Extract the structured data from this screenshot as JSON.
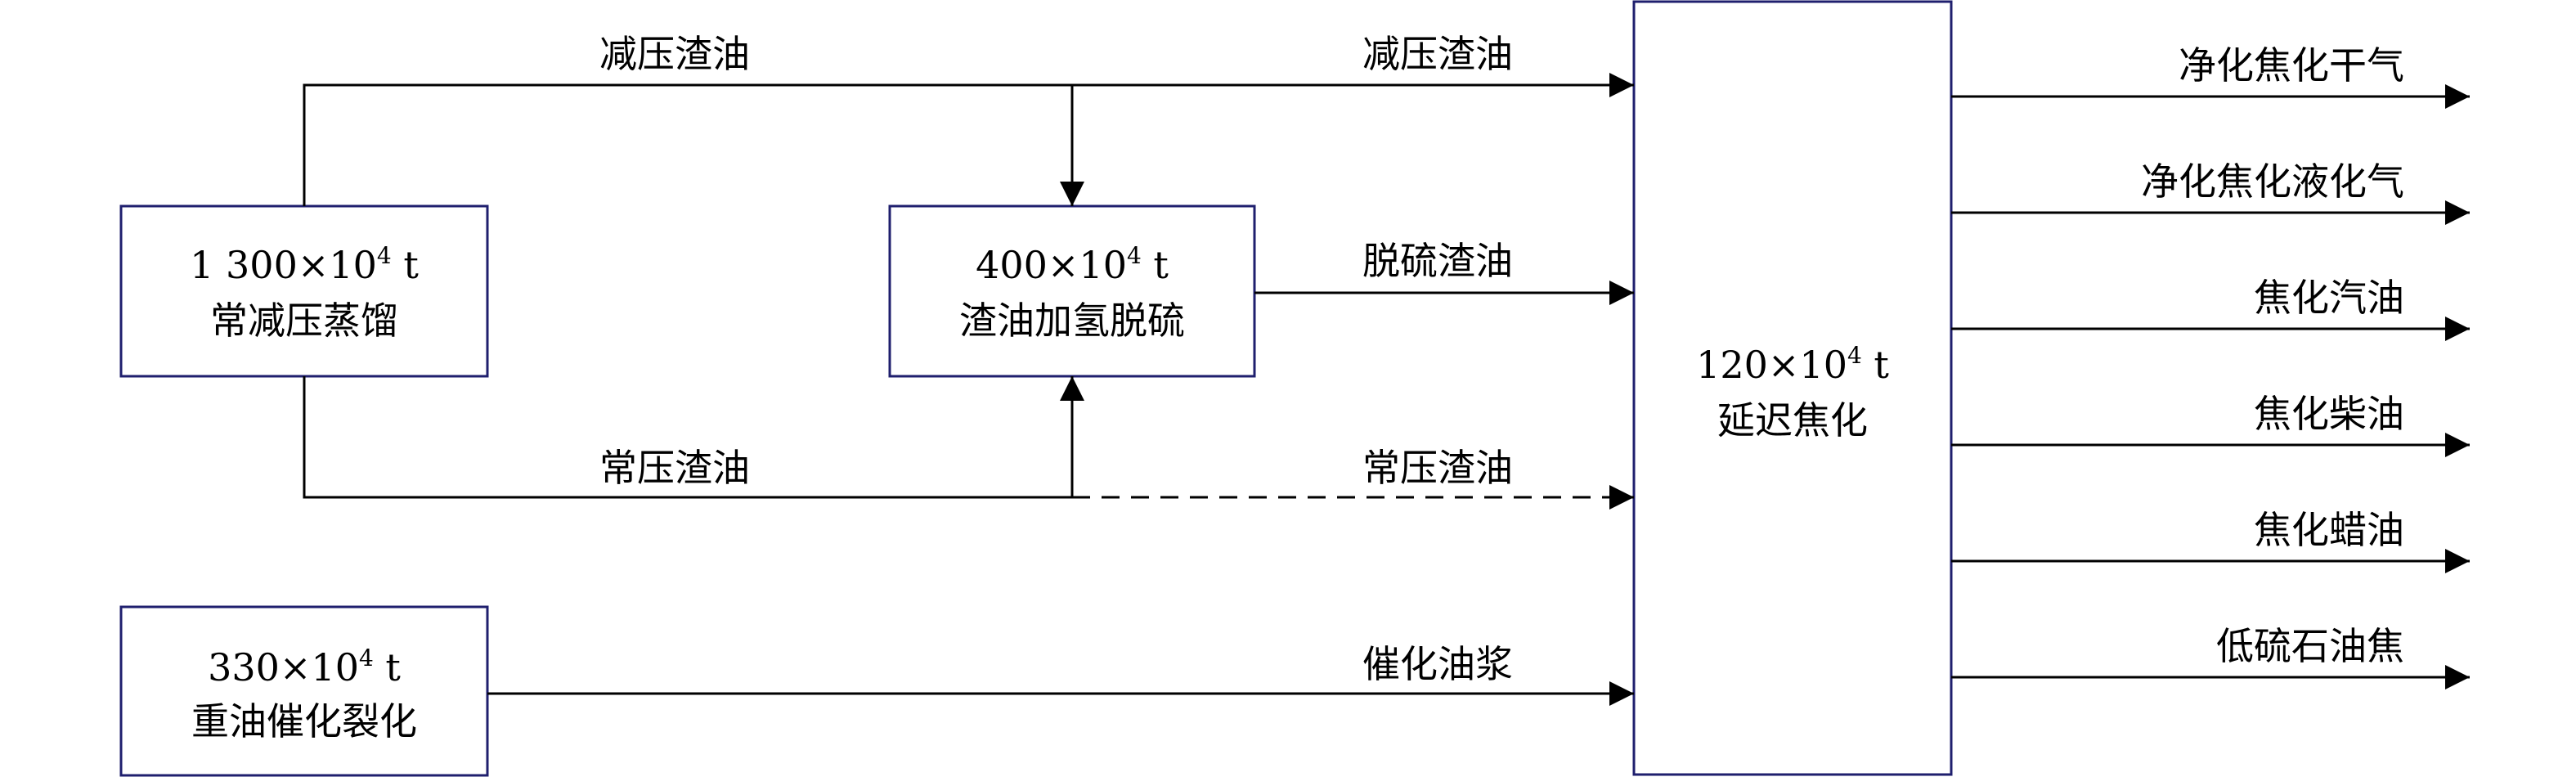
{
  "boxes": {
    "distillation": {
      "capacity": "1 300×10",
      "exp": "4",
      "unit": " t",
      "name": "常减压蒸馏"
    },
    "desulfurization": {
      "capacity": "400×10",
      "exp": "4",
      "unit": " t",
      "name": "渣油加氢脱硫"
    },
    "fcc": {
      "capacity": "330×10",
      "exp": "4",
      "unit": " t",
      "name": "重油催化裂化"
    },
    "coking": {
      "capacity": "120×10",
      "exp": "4",
      "unit": " t",
      "name": "延迟焦化"
    }
  },
  "flows": {
    "vacuum_residue_top": "减压渣油",
    "vacuum_residue_to_coking": "减压渣油",
    "desulfurized_residue": "脱硫渣油",
    "atmospheric_residue": "常压渣油",
    "atmospheric_residue_to_coking": "常压渣油",
    "catalytic_slurry": "催化油浆"
  },
  "products": [
    "净化焦化干气",
    "净化焦化液化气",
    "焦化汽油",
    "焦化柴油",
    "焦化蜡油",
    "低硫石油焦"
  ]
}
